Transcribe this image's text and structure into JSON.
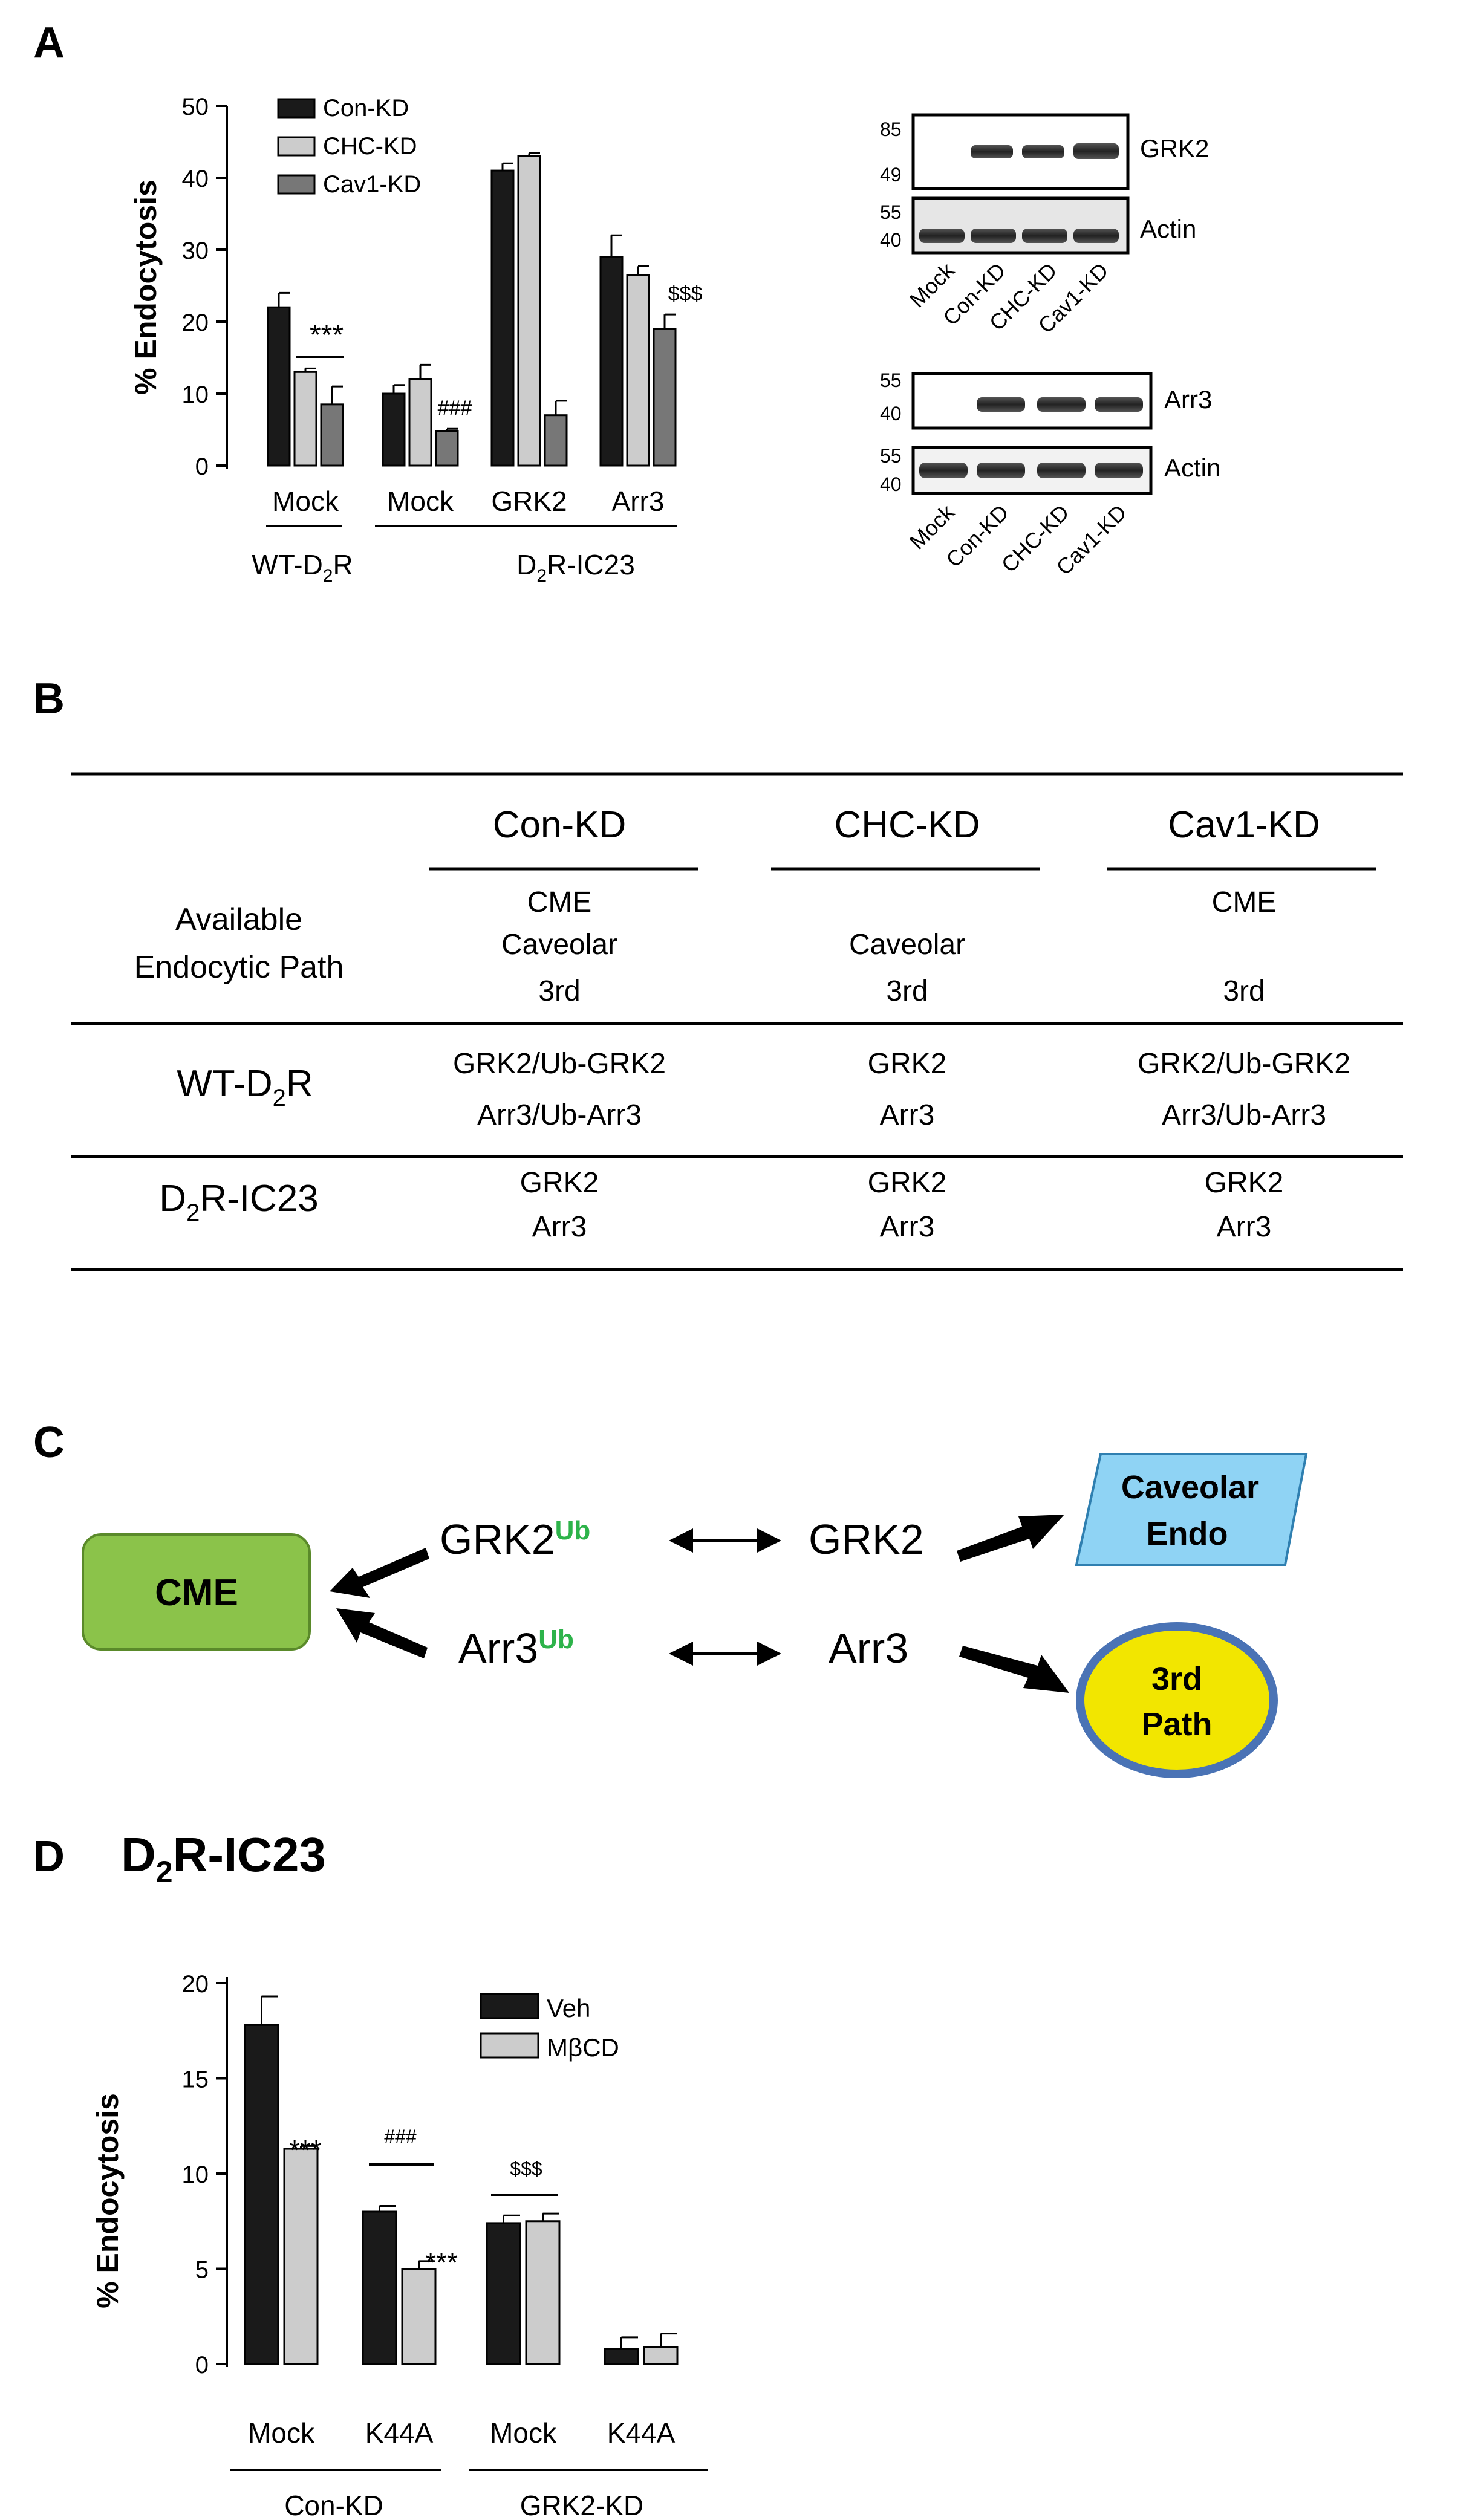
{
  "panel_labels": {
    "a": "A",
    "b": "B",
    "c": "C",
    "d": "D"
  },
  "panel_a": {
    "ylabel": "% Endocytosis",
    "yticks": [
      0,
      10,
      20,
      30,
      40,
      50
    ],
    "legend": [
      {
        "label": "Con-KD",
        "color": "#1a1a1a"
      },
      {
        "label": "CHC-KD",
        "color": "#cccccc"
      },
      {
        "label": "Cav1-KD",
        "color": "#777777"
      }
    ],
    "groups": [
      {
        "label": "Mock",
        "values": [
          22,
          13,
          8.5
        ],
        "errors": [
          2,
          0.5,
          2.5
        ]
      },
      {
        "label": "Mock",
        "values": [
          10,
          12,
          4.8
        ],
        "errors": [
          1.2,
          2,
          0.3
        ]
      },
      {
        "label": "GRK2",
        "values": [
          41,
          43,
          7
        ],
        "errors": [
          1,
          0.4,
          2
        ]
      },
      {
        "label": "Arr3",
        "values": [
          29,
          26.5,
          19
        ],
        "errors": [
          3,
          1.2,
          2
        ]
      }
    ],
    "group_labels": [
      "WT-D",
      "2",
      "R",
      "D",
      "2",
      "R-IC23"
    ],
    "annotations": {
      "stars": "***",
      "hash": "###",
      "dollar": "$$$"
    }
  },
  "blots": {
    "top": {
      "upper_label": "GRK2",
      "upper_markers": [
        "85",
        "49"
      ],
      "lower_label": "Actin",
      "lower_markers": [
        "55",
        "40"
      ]
    },
    "bottom": {
      "upper_label": "Arr3",
      "upper_markers": [
        "55",
        "40"
      ],
      "lower_label": "Actin",
      "lower_markers": [
        "55",
        "40"
      ]
    },
    "lanes": [
      "Mock",
      "Con-KD",
      "CHC-KD",
      "Cav1-KD"
    ]
  },
  "table_b": {
    "headers": [
      "Con-KD",
      "CHC-KD",
      "Cav1-KD"
    ],
    "row_path_label": [
      "Available",
      "Endocytic Path"
    ],
    "path_cells": [
      [
        "CME",
        "Caveolar",
        "3rd"
      ],
      [
        "",
        "Caveolar",
        "3rd"
      ],
      [
        "CME",
        "",
        "3rd"
      ]
    ],
    "row_wt_label": [
      "WT-D",
      "2",
      "R"
    ],
    "wt_cells": [
      [
        "GRK2/Ub-GRK2",
        "Arr3/Ub-Arr3"
      ],
      [
        "GRK2",
        "Arr3"
      ],
      [
        "GRK2/Ub-GRK2",
        "Arr3/Ub-Arr3"
      ]
    ],
    "row_ic_label": [
      "D",
      "2",
      "R-IC23"
    ],
    "ic_cells": [
      [
        "GRK2",
        "Arr3"
      ],
      [
        "GRK2",
        "Arr3"
      ],
      [
        "GRK2",
        "Arr3"
      ]
    ]
  },
  "diagram_c": {
    "cme": "CME",
    "grk2_ub": "GRK2",
    "arr3_ub": "Arr3",
    "ub": "Ub",
    "grk2": "GRK2",
    "arr3": "Arr3",
    "caveolar": [
      "Caveolar",
      "Endo"
    ],
    "third": [
      "3rd",
      "Path"
    ],
    "colors": {
      "cme": "#8bc34a",
      "caveolar": "#8fd3f4",
      "third": "#f2e600",
      "third_border": "#4a73b5",
      "ub": "#2db34a"
    }
  },
  "panel_d": {
    "title_parts": [
      "D",
      "2",
      "R-IC23"
    ],
    "ylabel": "% Endocytosis",
    "yticks": [
      0,
      5,
      10,
      15,
      20
    ],
    "legend": [
      {
        "label": "Veh",
        "color": "#1a1a1a"
      },
      {
        "label": "MβCD",
        "color": "#cccccc"
      }
    ],
    "groups": [
      {
        "label": "Mock",
        "values": [
          17.8,
          11.3
        ],
        "errors": [
          1.5,
          0.15
        ]
      },
      {
        "label": "K44A",
        "values": [
          8,
          5
        ],
        "errors": [
          0.3,
          0.4
        ]
      },
      {
        "label": "Mock",
        "values": [
          7.4,
          7.5
        ],
        "errors": [
          0.4,
          0.4
        ]
      },
      {
        "label": "K44A",
        "values": [
          0.8,
          0.9
        ],
        "errors": [
          0.6,
          0.7
        ]
      }
    ],
    "group_labels": [
      "Con-KD",
      "GRK2-KD"
    ],
    "annotations": {
      "stars1": "***",
      "stars2": "***",
      "hash": "###",
      "dollar": "$$$"
    }
  },
  "chart_data": [
    {
      "type": "bar",
      "categories": [
        "Mock",
        "Mock",
        "GRK2",
        "Arr3"
      ],
      "series": [
        {
          "name": "Con-KD",
          "values": [
            22,
            10,
            41,
            29
          ]
        },
        {
          "name": "CHC-KD",
          "values": [
            13,
            12,
            43,
            26.5
          ]
        },
        {
          "name": "Cav1-KD",
          "values": [
            8.5,
            4.8,
            7,
            19
          ]
        }
      ],
      "ylabel": "% Endocytosis",
      "ylim": [
        0,
        50
      ],
      "grid": false,
      "legend": "top-left"
    },
    {
      "type": "bar",
      "title": "D2R-IC23",
      "categories": [
        "Mock",
        "K44A",
        "Mock",
        "K44A"
      ],
      "series": [
        {
          "name": "Veh",
          "values": [
            17.8,
            8,
            7.4,
            0.8
          ]
        },
        {
          "name": "MβCD",
          "values": [
            11.3,
            5,
            7.5,
            0.9
          ]
        }
      ],
      "ylabel": "% Endocytosis",
      "ylim": [
        0,
        20
      ],
      "grid": false,
      "legend": "top-right"
    }
  ]
}
